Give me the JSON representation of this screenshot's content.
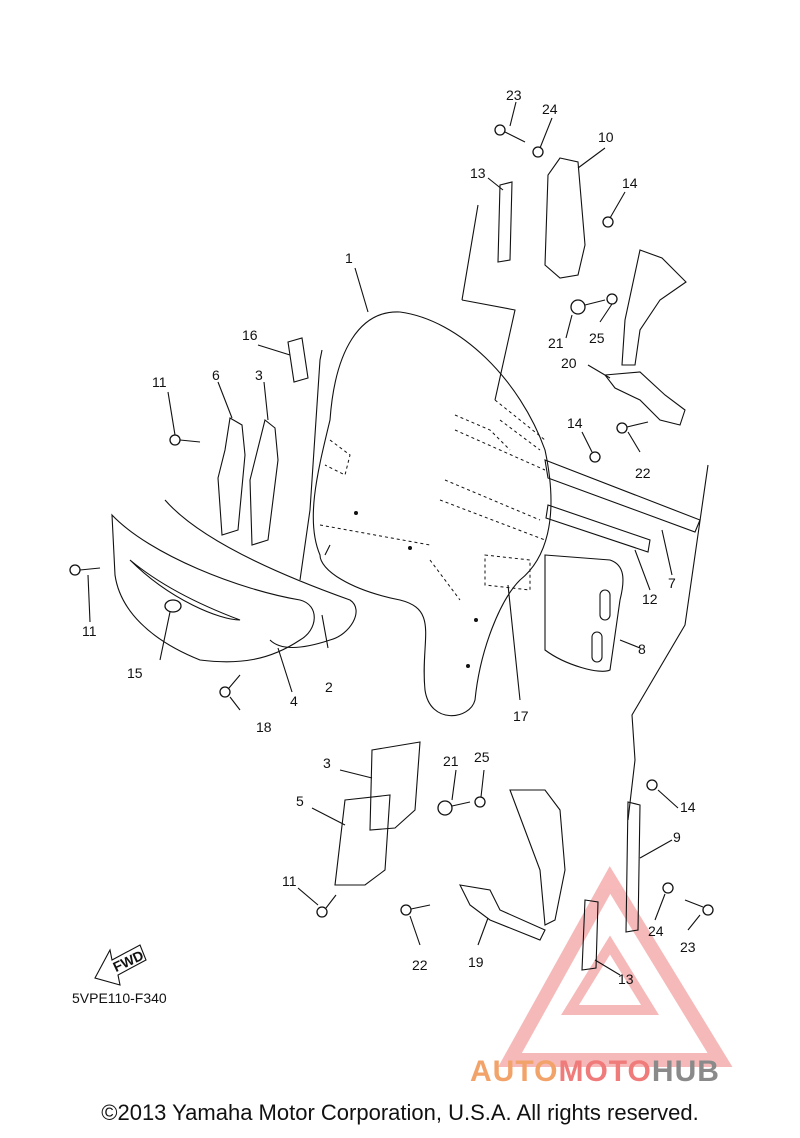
{
  "diagram": {
    "code": "5VPE110-F340",
    "fwd_label": "FWD",
    "callouts": [
      "1",
      "2",
      "3",
      "3",
      "4",
      "5",
      "6",
      "7",
      "8",
      "9",
      "10",
      "11",
      "11",
      "11",
      "12",
      "13",
      "13",
      "14",
      "14",
      "14",
      "15",
      "16",
      "17",
      "18",
      "19",
      "20",
      "21",
      "21",
      "22",
      "22",
      "23",
      "23",
      "24",
      "24",
      "25",
      "25"
    ]
  },
  "watermark": {
    "part1": "AUTO",
    "part2": "MOTO",
    "part3": "HUB",
    "colors": {
      "auto": "#f2a36a",
      "moto": "#f07b7b",
      "hub": "#8a8a8a",
      "triangle": "#f08080"
    }
  },
  "footer": {
    "copyright": "©2013 Yamaha Motor Corporation, U.S.A. All rights reserved."
  }
}
